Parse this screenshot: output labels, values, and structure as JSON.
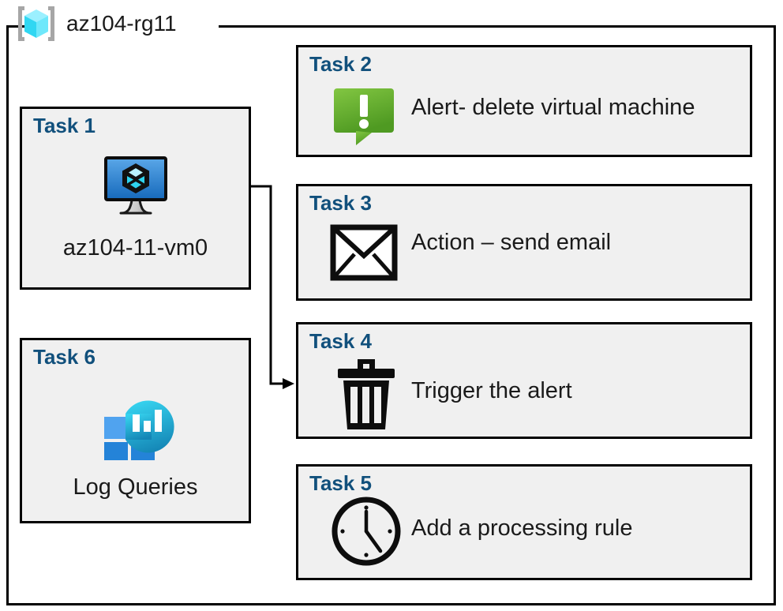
{
  "resource_group": {
    "name": "az104-rg11",
    "icon": "azure-resource-group-icon"
  },
  "colors": {
    "task_label": "#11507c",
    "card_background": "#f0f0f0",
    "card_border": "#000000",
    "frame_border": "#000000",
    "alert_green_light": "#7ac143",
    "alert_green_dark": "#4f9a22",
    "vm_screen_blue_light": "#5aa7e8",
    "vm_screen_blue_dark": "#1669bb",
    "log_square_light_blue": "#50a3ef",
    "log_square_blue": "#2483d8",
    "log_bubble_cyan": "#31cbe8",
    "log_bubble_teal": "#1a8fbe",
    "rg_cube_cyan": "#55e0f5",
    "rg_bracket_gray": "#a6a6a6"
  },
  "cards": [
    {
      "id": "task1",
      "label": "Task 1",
      "text": "az104-11-vm0",
      "icon": "virtual-machine-icon",
      "layout": "vertical"
    },
    {
      "id": "task2",
      "label": "Task 2",
      "text": "Alert- delete virtual machine",
      "icon": "alert-bubble-icon",
      "layout": "horizontal"
    },
    {
      "id": "task3",
      "label": "Task 3",
      "text": "Action – send email",
      "icon": "envelope-icon",
      "layout": "horizontal"
    },
    {
      "id": "task4",
      "label": "Task 4",
      "text": "Trigger the alert",
      "icon": "trash-can-icon",
      "layout": "horizontal"
    },
    {
      "id": "task5",
      "label": "Task 5",
      "text": "Add a processing rule",
      "icon": "clock-icon",
      "layout": "horizontal"
    },
    {
      "id": "task6",
      "label": "Task 6",
      "text": "Log Queries",
      "icon": "log-analytics-icon",
      "layout": "vertical"
    }
  ],
  "connector": {
    "from": "task1",
    "to": "task4",
    "style": "elbow-arrow"
  }
}
